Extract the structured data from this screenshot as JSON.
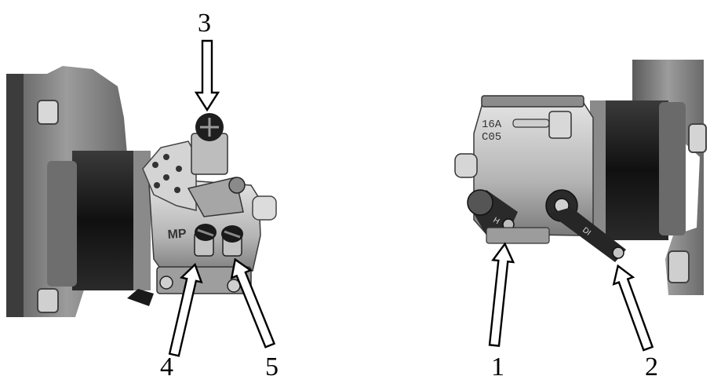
{
  "callouts": [
    {
      "id": "1",
      "label": "1"
    },
    {
      "id": "2",
      "label": "2"
    },
    {
      "id": "3",
      "label": "3"
    },
    {
      "id": "4",
      "label": "4"
    },
    {
      "id": "5",
      "label": "5"
    }
  ],
  "left_photo": {
    "part_marking": "MP"
  },
  "right_photo": {
    "part_marking_top": "16A",
    "part_marking_bottom": "C05",
    "lever_marking_1": "H",
    "lever_marking_2": "DI"
  },
  "colors": {
    "background": "#ffffff",
    "ink": "#000000",
    "motor_dark": "#1a1a1a",
    "metal_light": "#c8c8c8",
    "metal_mid": "#9a9a9a",
    "metal_dark": "#555555"
  }
}
